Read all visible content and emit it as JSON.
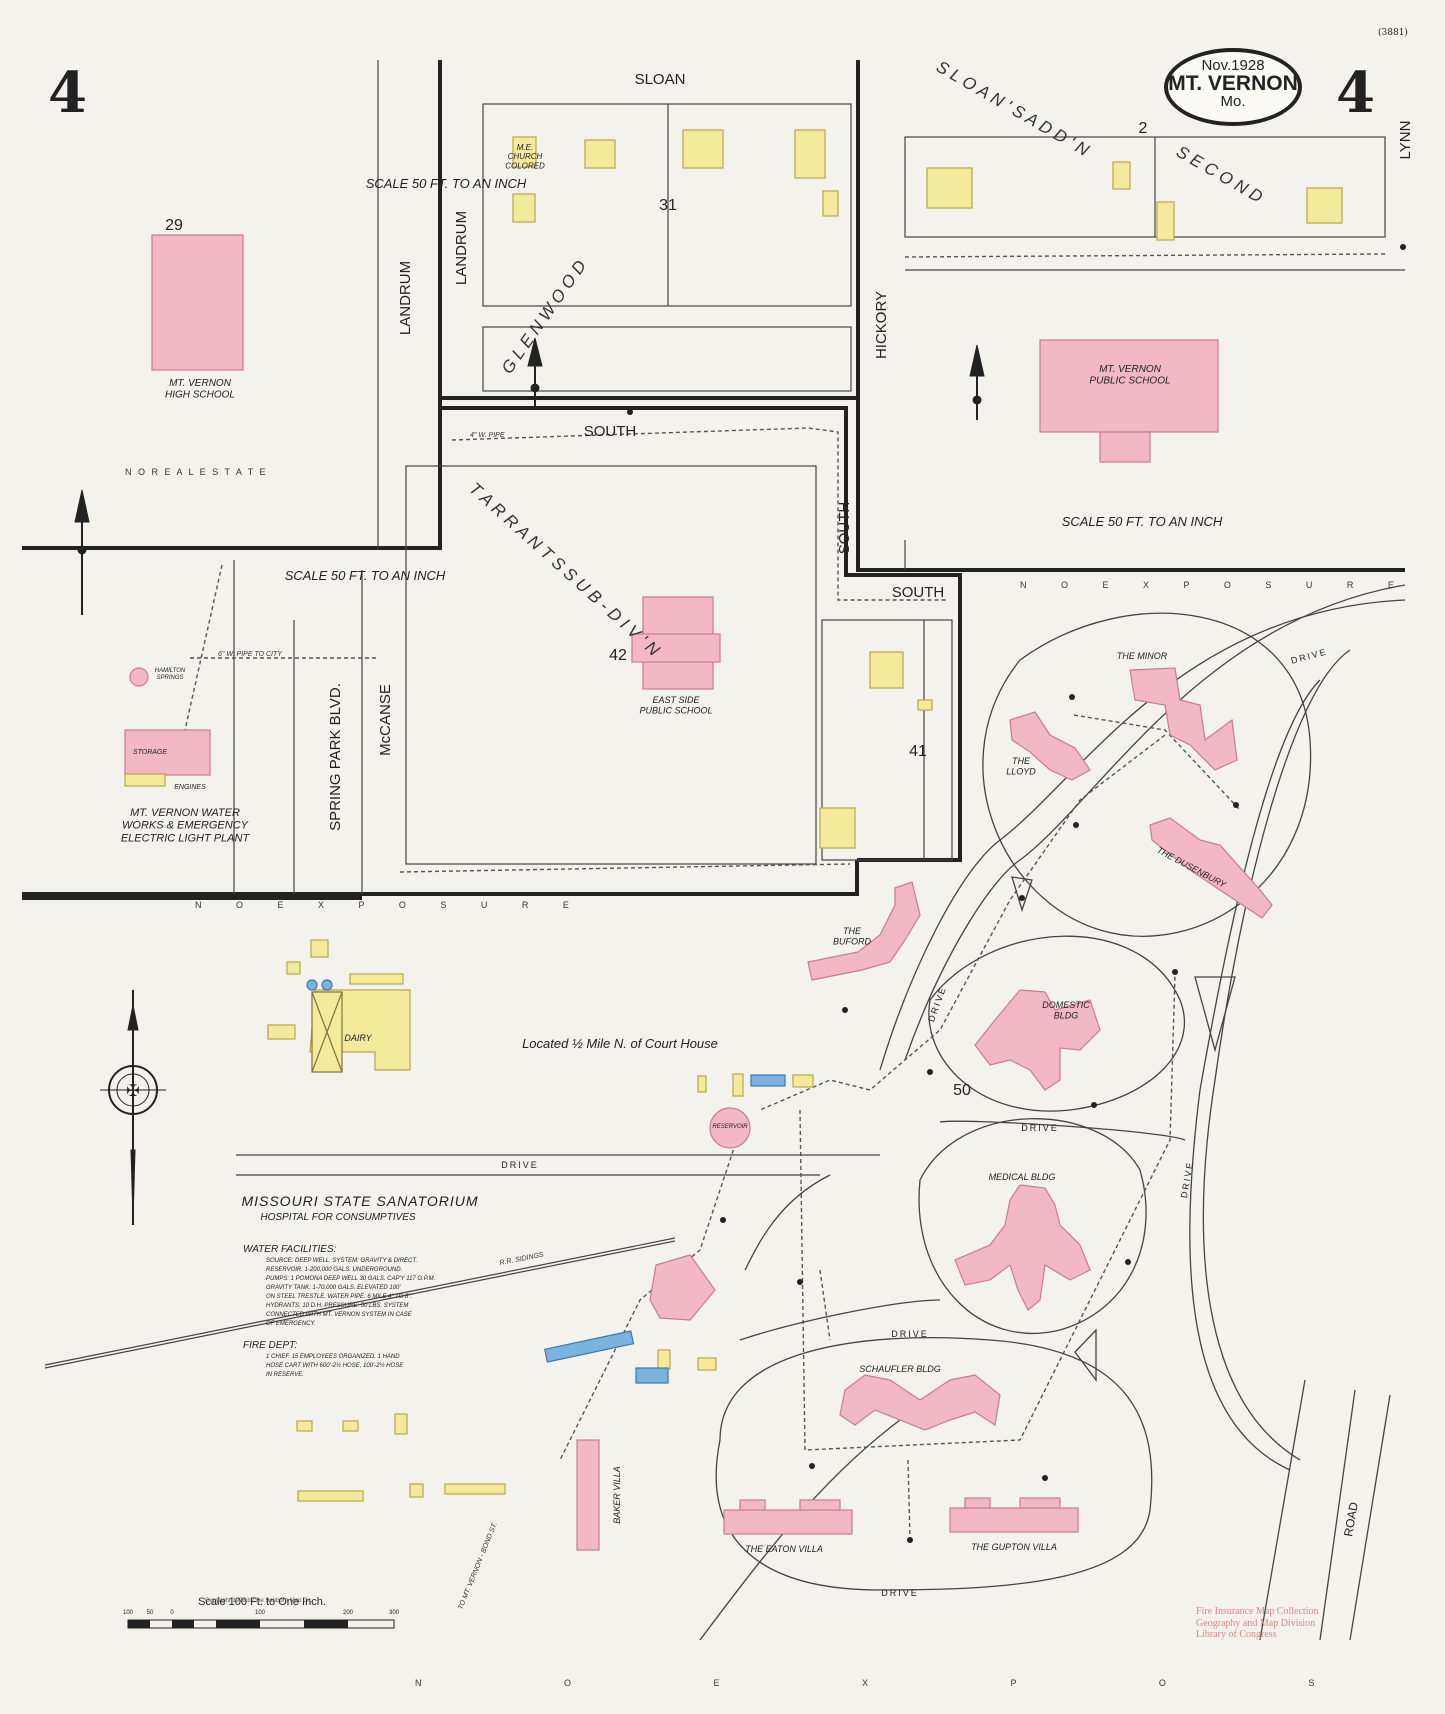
{
  "sheet_number": "4",
  "title": {
    "date": "Nov.1928",
    "city": "MT. VERNON",
    "state": "Mo."
  },
  "corner_code": "(3881)",
  "streets": {
    "sloan": "SLOAN",
    "landrum": "LANDRUM",
    "hickory": "HICKORY",
    "lynn": "LYNN",
    "south": "SOUTH",
    "mccanse": "McCANSE",
    "spring_park": "SPRING PARK  BLVD.",
    "drive": "DRIVE",
    "road": "ROAD"
  },
  "scales": {
    "fifty_ft": "SCALE 50 FT. TO AN INCH",
    "bar_title": "Scale 100 Ft. to One Inch.",
    "bar_ticks": [
      "100",
      "50",
      "0",
      "100",
      "200",
      "300"
    ]
  },
  "block_numbers": {
    "b29": "29",
    "b31": "31",
    "b42": "42",
    "b41": "41",
    "b50": "50",
    "b2": "2"
  },
  "subdivisions": {
    "glenwood": "G L E N W O O D",
    "tarrants": "T A R R A N T S   S U B - D I V ' N",
    "sloans": "S L O A N ' S   A D D ' N",
    "second": "S E C O N D"
  },
  "exposure": "N O   E X P O S U R E",
  "no_real_estate": "N O    R E A L   E S T A T E",
  "location_note": "Located ½ Mile N. of Court House",
  "buildings": {
    "high_school": "MT. VERNON\nHIGH SCHOOL",
    "me_church": "M.E.\nCHURCH\nCOLORED",
    "public_school": "MT. VERNON\nPUBLIC SCHOOL",
    "east_side": "EAST SIDE\nPUBLIC SCHOOL",
    "water_works": "MT. VERNON WATER\nWORKS & EMERGENCY\nELECTRIC LIGHT PLANT",
    "minor": "THE MINOR",
    "lloyd": "THE\nLLOYD",
    "dusenbury": "THE DUSENBURY",
    "buford": "THE\nBUFORD",
    "domestic": "DOMESTIC\nBLDG",
    "medical": "MEDICAL BLDG",
    "schaufler": "SCHAUFLER BLDG",
    "eaton": "THE EATON VILLA",
    "gupton": "THE GUPTON VILLA",
    "baker": "BAKER VILLA",
    "dairy": "DAIRY",
    "reservoir": "RESERVOIR",
    "storage": "STORAGE",
    "engines": "ENGINES",
    "hamilton": "HAMILTON\nSPRINGS"
  },
  "sanatorium": {
    "name": "MISSOURI STATE SANATORIUM",
    "subtitle": "HOSPITAL FOR CONSUMPTIVES",
    "water_facilities_title": "WATER FACILITIES:",
    "water_facilities": "SOURCE: DEEP WELL. SYSTEM: GRAVITY & DIRECT.\nRESERVOIR: 1-200,000 GALS. UNDERGROUND.\nPUMPS: 1 POMONA DEEP WELL 30 GALS. CAP'Y 117 G.P.M.\nGRAVITY TANK: 1-70,000 GALS. ELEVATED 100'\nON STEEL TRESTLE. WATER PIPE: 6 MILE 4\" TO 8\".\nHYDRANTS: 10 D.H. PRESSURE: 50 LBS. SYSTEM\nCONNECTED WITH MT. VERNON SYSTEM IN CASE\nOF EMERGENCY.",
    "fire_dept_title": "FIRE DEPT:",
    "fire_dept": "1 CHIEF. 15 EMPLOYEES ORGANIZED. 1 HAND\nHOSE CART WITH 600'-2½ HOSE, 100'-2½ HOSE\nIN RESERVE."
  },
  "pipes": {
    "four_inch": "4\" W. PIPE",
    "six_inch": "6\" W. PIPE TO CITY",
    "rr": "R.R. SIDINGS"
  },
  "road_to_town": "TO MT. VERNON - BOND ST.",
  "credit": "Fire Insurance Map Collection\nGeography and Map Division\nLibrary of Congress",
  "copyright": "Copyright 1928 by the Sanborn Map Co.",
  "colors": {
    "brick": "#f2b8c6",
    "brick_edge": "#c97c90",
    "frame": "#f4ea9c",
    "frame_edge": "#b5a84a",
    "metal": "#7ab3e0",
    "ink": "#222222"
  }
}
